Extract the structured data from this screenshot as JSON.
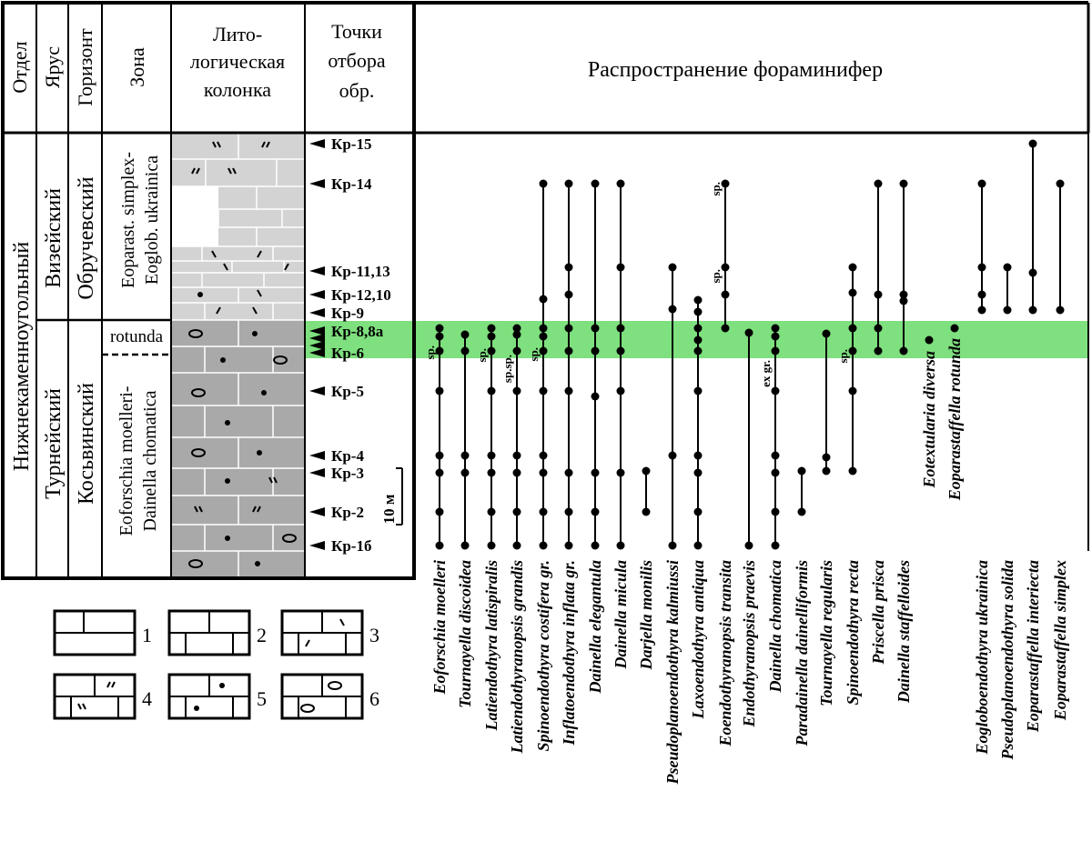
{
  "headers": {
    "otdel": "Отдел",
    "yarus": "Ярус",
    "gorizont": "Горизонт",
    "zona": "Зона",
    "lith": [
      "Лито-",
      "логическая",
      "колонка"
    ],
    "tochki": [
      "Точки",
      "отбора",
      "обр."
    ],
    "rasprostranenie": "Распространение фораминифер"
  },
  "strat": {
    "otdel": "Нижнекаменноугольный",
    "yarus_upper": "Визейский",
    "yarus_lower": "Турнейский",
    "gorizont_upper": "Обручевский",
    "gorizont_lower": "Косьвинский",
    "zona_upper": [
      "Eoparast. simplex-",
      "Eoglob. ukrainica"
    ],
    "zona_rotunda": "rotunda",
    "zona_lower": [
      "Eoforschia moelleri-",
      "Dainella chomatica"
    ]
  },
  "samples": [
    "Кр-15",
    "Кр-14",
    "Кр-11,13",
    "Кр-12,10",
    "Кр-9",
    "Кр-8,8а",
    "Кр-6",
    "Кр-5",
    "Кр-4",
    "Кр-3",
    "Кр-2",
    "Кр-1б"
  ],
  "scale_label": "10 м",
  "legend_numbers": [
    "1",
    "2",
    "3",
    "4",
    "5",
    "6"
  ],
  "species": [
    {
      "name": "Eoforschia moelleri",
      "note": "sp."
    },
    {
      "name": "Tournayella discoidea",
      "note": ""
    },
    {
      "name": "Latiendothyra latispiralis",
      "note": "sp."
    },
    {
      "name": "Latiendothyranopsis grandis",
      "note": "sp.sp."
    },
    {
      "name": "Spinoendothyra costifera gr.",
      "note": "sp."
    },
    {
      "name": "Inflatoendothyra inflata gr.",
      "note": ""
    },
    {
      "name": "Dainella elegantula",
      "note": ""
    },
    {
      "name": "Dainella micula",
      "note": ""
    },
    {
      "name": "Darjella monilis",
      "note": ""
    },
    {
      "name": "Pseudoplanoendothyra kalmiussi",
      "note": ""
    },
    {
      "name": "Laxoendothyra antiqua",
      "note": ""
    },
    {
      "name": "Eoendothyranopsis transita",
      "note": "sp."
    },
    {
      "name": "Endothyranopsis praevis",
      "note": ""
    },
    {
      "name": "Dainella chomatica",
      "note": "ex gr."
    },
    {
      "name": "Paradainella dainelliformis",
      "note": ""
    },
    {
      "name": "Tournayella regularis",
      "note": ""
    },
    {
      "name": "Spinoendothyra recta",
      "note": "sp."
    },
    {
      "name": "Priscella prisca",
      "note": ""
    },
    {
      "name": "Dainella staffelloides",
      "note": ""
    },
    {
      "name": "Eotextularia diversa",
      "note": ""
    },
    {
      "name": "Eoparastaffella rotunda",
      "note": ""
    },
    {
      "name": "Eogloboendothyra ukrainica",
      "note": ""
    },
    {
      "name": "Pseudoplanoendothyra solida",
      "note": ""
    },
    {
      "name": "Eoparastaffella interiecta",
      "note": ""
    },
    {
      "name": "Eoparastaffella simplex",
      "note": ""
    }
  ],
  "colors": {
    "highlight": "#7ee07e",
    "lith_dark": "#a9a9a9",
    "lith_light": "#d3d3d3"
  }
}
